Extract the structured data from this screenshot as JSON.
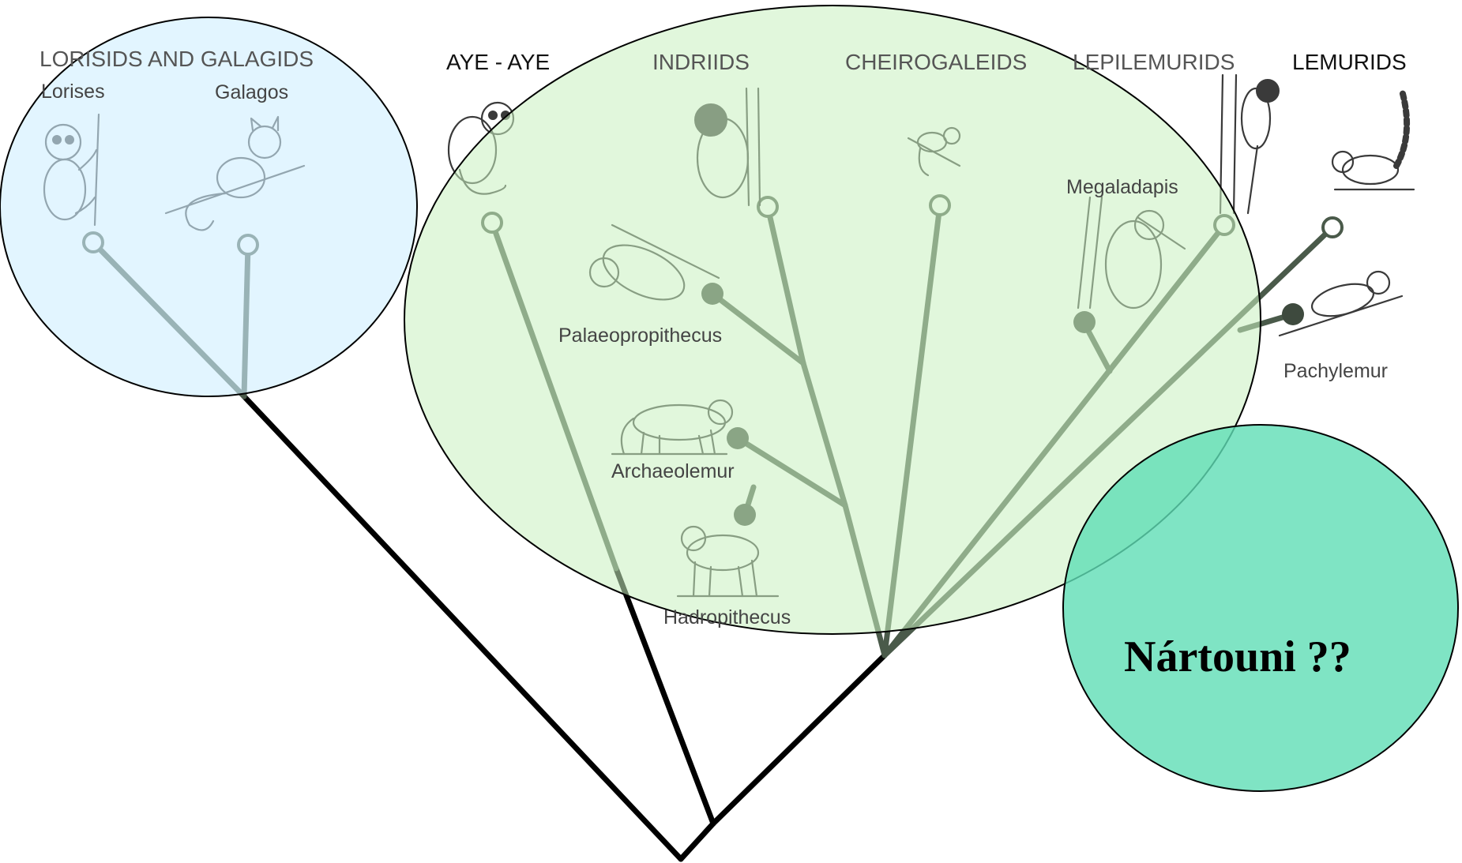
{
  "groups": {
    "lorisids": "LORISIDS AND GALAGIDS",
    "ayeaye": "AYE - AYE",
    "indriids": "INDRIIDS",
    "cheirogaleids": "CHEIROGALEIDS",
    "lepilemurids": "LEPILEMURIDS",
    "lemurids": "LEMURIDS"
  },
  "species": {
    "lorises": "Lorises",
    "galagos": "Galagos",
    "palaeopropithecus": "Palaeopropithecus",
    "archaeolemur": "Archaeolemur",
    "hadropithecus": "Hadropithecus",
    "megaladapis": "Megaladapis",
    "pachylemur": "Pachylemur"
  },
  "callout": {
    "label": "Nártouni ??"
  },
  "colors": {
    "tree_trunk": "#000000",
    "tree_branch": "#4a5a4a",
    "lorisid_bubble": "#cfefff",
    "lemur_bubble": "#c8f0c0",
    "tarsier_bubble": "#5fddb5"
  },
  "icons": {
    "living_taxon": "open-circle-icon",
    "extinct_taxon": "filled-circle-icon"
  }
}
